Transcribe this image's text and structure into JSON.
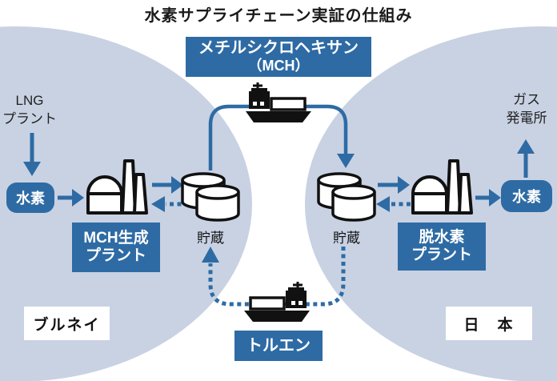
{
  "title": "水素サプライチェーン実証の仕組み",
  "colors": {
    "accent": "#2e6ba4",
    "region": "#c8d2e3",
    "ink": "#111111"
  },
  "regions": {
    "left": "ブルネイ",
    "right": "日　本"
  },
  "carriers": {
    "mch": {
      "line1": "メチルシクロヘキサン",
      "line2": "（MCH）"
    },
    "toluene": "トルエン"
  },
  "nodes": {
    "lng": {
      "line1": "LNG",
      "line2": "プラント"
    },
    "h2_left": "水素",
    "mch_plant": {
      "line1": "MCH生成",
      "line2": "プラント"
    },
    "storage_left": "貯蔵",
    "storage_right": "貯蔵",
    "dehydro_plant": {
      "line1": "脱水素",
      "line2": "プラント"
    },
    "h2_right": "水素",
    "gas": {
      "line1": "ガス",
      "line2": "発電所"
    }
  }
}
